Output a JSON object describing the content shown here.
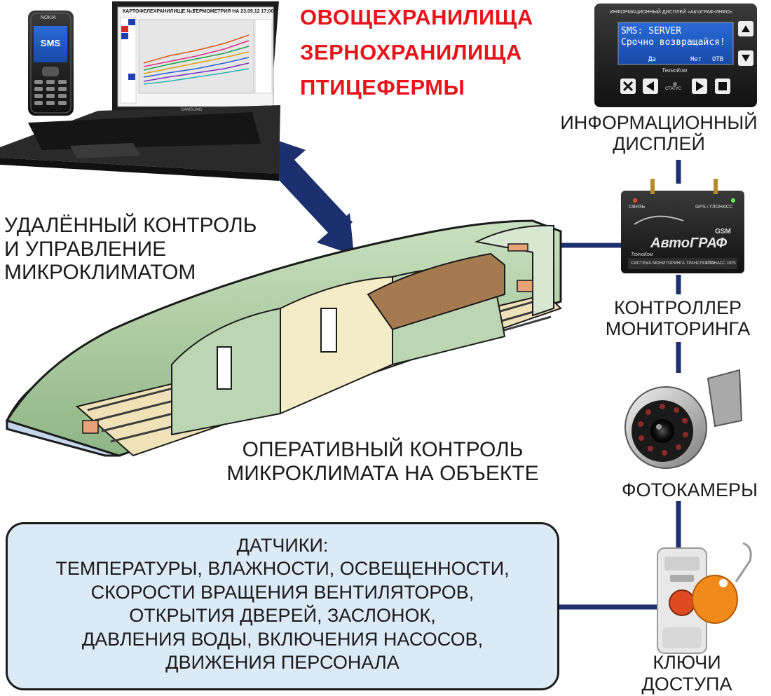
{
  "headline": {
    "lines": [
      "ОВОЩЕХРАНИЛИЩА",
      "ЗЕРНОХРАНИЛИЩА",
      "ПТИЦЕФЕРМЫ"
    ]
  },
  "phone": {
    "brand": "NOKIA",
    "screen_text": "SMS"
  },
  "laptop": {
    "screen_title": "КАРТОФЕЛЕХРАНИЛИЩЕ №1",
    "screen_subtitle": "ТЕРМОМЕТРИЯ НА  23.09.12 17:00",
    "brand": "SAMSUNG"
  },
  "remote_control": {
    "lines": [
      "УДАЛЁННЫЙ КОНТРОЛЬ",
      "И УПРАВЛЕНИЕ",
      "МИКРОКЛИМАТОМ"
    ]
  },
  "onsite_control": {
    "lines": [
      "ОПЕРАТИВНЫЙ КОНТРОЛЬ",
      "МИКРОКЛИМАТА НА ОБЪЕКТЕ"
    ]
  },
  "info_display": {
    "device_title": "ИНФОРМАЦИОННЫЙ ДИСПЛЕЙ «АвтоГРАФ-ИНФО»",
    "screen_line1": "SMS: SERVER",
    "screen_line2": "Срочно возвращайся!",
    "softkeys": [
      "Да",
      "Нет",
      "ОТВ"
    ],
    "brand": "ТехноКом",
    "status_label": "СТАТУС",
    "label_lines": [
      "ИНФОРМАЦИОННЫЙ",
      "ДИСПЛЕЙ"
    ]
  },
  "controller": {
    "led_left": "СВЯЗЬ",
    "led_right": "GPS / ГЛОНАСС",
    "gsm": "GSM",
    "brand": "АвтоГРАФ",
    "maker": "ТехноКом",
    "footer": "СИСТЕМА МОНИТОРИНГА ТРАНСПОРТА",
    "footer_badge": "ГЛОНАСС GPS",
    "label_lines": [
      "КОНТРОЛЛЕР",
      "МОНИТОРИНГА"
    ]
  },
  "camera": {
    "label": "ФОТОКАМЕРЫ"
  },
  "access_keys": {
    "label_lines": [
      "КЛЮЧИ",
      "ДОСТУПА"
    ]
  },
  "sensors": {
    "lines": [
      "ДАТЧИКИ:",
      "ТЕМПЕРАТУРЫ, ВЛАЖНОСТИ, ОСВЕЩЕННОСТИ,",
      "СКОРОСТИ ВРАЩЕНИЯ ВЕНТИЛЯТОРОВ,",
      "ОТКРЫТИЯ ДВЕРЕЙ, ЗАСЛОНОК,",
      "ДАВЛЕНИЯ ВОДЫ, ВКЛЮЧЕНИЯ НАСОСОВ,",
      "ДВИЖЕНИЯ ПЕРСОНАЛА"
    ]
  },
  "colors": {
    "headline": "#e8141b",
    "connector": "#1c2f6e",
    "sensor_box_fill": "#dce9f7",
    "hangar_green": "#a9c9a0",
    "floor": "#efe2b8"
  }
}
